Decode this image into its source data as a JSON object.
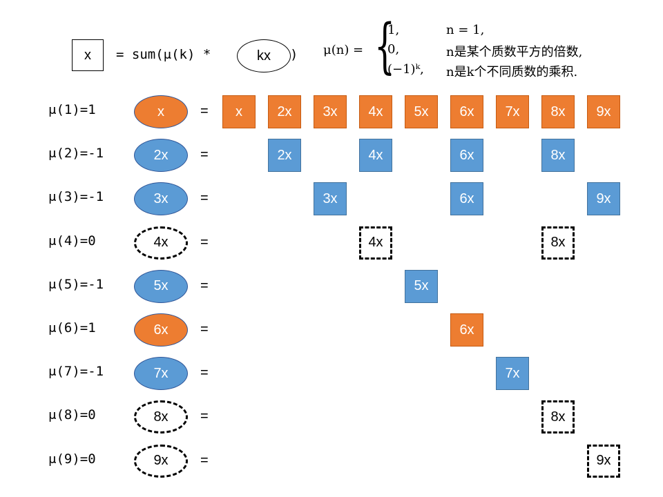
{
  "header": {
    "x_box": "x",
    "formula_text": "= sum(μ(k) *",
    "kx_ellipse": "kx",
    "formula_close": ")"
  },
  "mobius_definition": {
    "lhs": "μ(n) =",
    "cases": [
      {
        "value": "1,",
        "condition": "n = 1,"
      },
      {
        "value": "0,",
        "condition": "n是某个质数平方的倍数,"
      },
      {
        "value": "(−1)ᵏ,",
        "condition": "n是k个不同质数的乘积."
      }
    ]
  },
  "equals_sign": "=",
  "colors": {
    "orange": "#ed7d31",
    "blue": "#5b9bd5",
    "dashed_border": "#000000"
  },
  "rows": [
    {
      "label": "μ(1)=1",
      "oval": "x",
      "style": "orange",
      "cells": [
        {
          "col": 1,
          "text": "x"
        },
        {
          "col": 2,
          "text": "2x"
        },
        {
          "col": 3,
          "text": "3x"
        },
        {
          "col": 4,
          "text": "4x"
        },
        {
          "col": 5,
          "text": "5x"
        },
        {
          "col": 6,
          "text": "6x"
        },
        {
          "col": 7,
          "text": "7x"
        },
        {
          "col": 8,
          "text": "8x"
        },
        {
          "col": 9,
          "text": "9x"
        }
      ]
    },
    {
      "label": "μ(2)=-1",
      "oval": "2x",
      "style": "blue",
      "cells": [
        {
          "col": 2,
          "text": "2x"
        },
        {
          "col": 4,
          "text": "4x"
        },
        {
          "col": 6,
          "text": "6x"
        },
        {
          "col": 8,
          "text": "8x"
        }
      ]
    },
    {
      "label": "μ(3)=-1",
      "oval": "3x",
      "style": "blue",
      "cells": [
        {
          "col": 3,
          "text": "3x"
        },
        {
          "col": 6,
          "text": "6x"
        },
        {
          "col": 9,
          "text": "9x"
        }
      ]
    },
    {
      "label": "μ(4)=0",
      "oval": "4x",
      "style": "dashed",
      "cells": [
        {
          "col": 4,
          "text": "4x"
        },
        {
          "col": 8,
          "text": "8x"
        }
      ]
    },
    {
      "label": "μ(5)=-1",
      "oval": "5x",
      "style": "blue",
      "cells": [
        {
          "col": 5,
          "text": "5x"
        }
      ]
    },
    {
      "label": "μ(6)=1",
      "oval": "6x",
      "style": "orange",
      "cells": [
        {
          "col": 6,
          "text": "6x"
        }
      ]
    },
    {
      "label": "μ(7)=-1",
      "oval": "7x",
      "style": "blue",
      "cells": [
        {
          "col": 7,
          "text": "7x"
        }
      ]
    },
    {
      "label": "μ(8)=0",
      "oval": "8x",
      "style": "dashed",
      "cells": [
        {
          "col": 8,
          "text": "8x"
        }
      ]
    },
    {
      "label": "μ(9)=0",
      "oval": "9x",
      "style": "dashed",
      "cells": [
        {
          "col": 9,
          "text": "9x"
        }
      ]
    }
  ]
}
